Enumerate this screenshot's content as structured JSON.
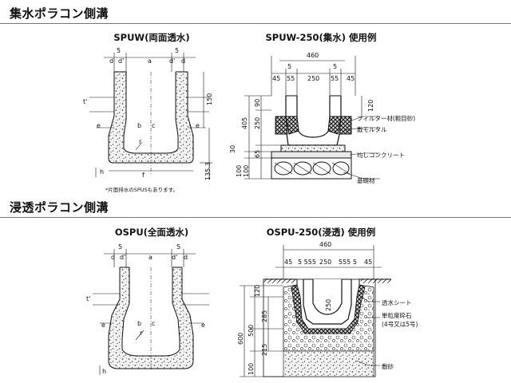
{
  "sections": {
    "s1_title": "集水ポラコン側溝",
    "s2_title": "浸透ポラコン側溝"
  },
  "drawings": {
    "d1": {
      "title": "SPUW(両面透水)",
      "note": "*片面排水のSPUSもあります。",
      "labels": {
        "top5a": "5",
        "top5b": "5",
        "d1": "d",
        "dp1": "d'",
        "a": "a",
        "dp2": "d'",
        "d2": "d",
        "t": "t'",
        "v150": "150",
        "e1": "e",
        "e2": "e",
        "b": "b",
        "c": "c",
        "r": "r",
        "h": "h",
        "f": "f",
        "v135": "135.3"
      }
    },
    "d2": {
      "title": "SPUW-250(集水) 使用例",
      "labels": {
        "w460": "460",
        "w5a": "5",
        "w5b": "5",
        "w55": "55",
        "w250": "250",
        "w55b": "55",
        "w45a": "45",
        "w45b": "45",
        "v90": "90",
        "v120": "120",
        "v405": "405",
        "v250": "250",
        "v30": "30",
        "v65": "65",
        "v100a": "100",
        "v100b": "100"
      },
      "callouts": [
        "フィルター材(粗目砂)",
        "敷モルタル",
        "均しコンクリート",
        "基礎材"
      ]
    },
    "d3": {
      "title": "OSPU(全面透水)",
      "labels": {
        "top5a": "5",
        "top5b": "5",
        "d1": "d",
        "dp1": "d'",
        "a": "a",
        "dp2": "d'",
        "d2": "d",
        "t": "t'",
        "e1": "e",
        "e2": "e",
        "b": "b",
        "c": "c",
        "r": "r",
        "h": "h"
      }
    },
    "d4": {
      "title": "OSPU-250(浸透) 使用例",
      "labels": {
        "w460": "460",
        "w45a": "45",
        "w555a": "5 555",
        "w250": "250",
        "w555b": "555 5",
        "w45b": "45",
        "v120": "120",
        "v285": "285",
        "v250": "250",
        "v500": "500",
        "v215": "215",
        "v600": "600",
        "v100": "100"
      },
      "callouts": [
        "透水シート",
        "単粒度砕石",
        "(4号又は5号)",
        "敷砂"
      ]
    }
  }
}
